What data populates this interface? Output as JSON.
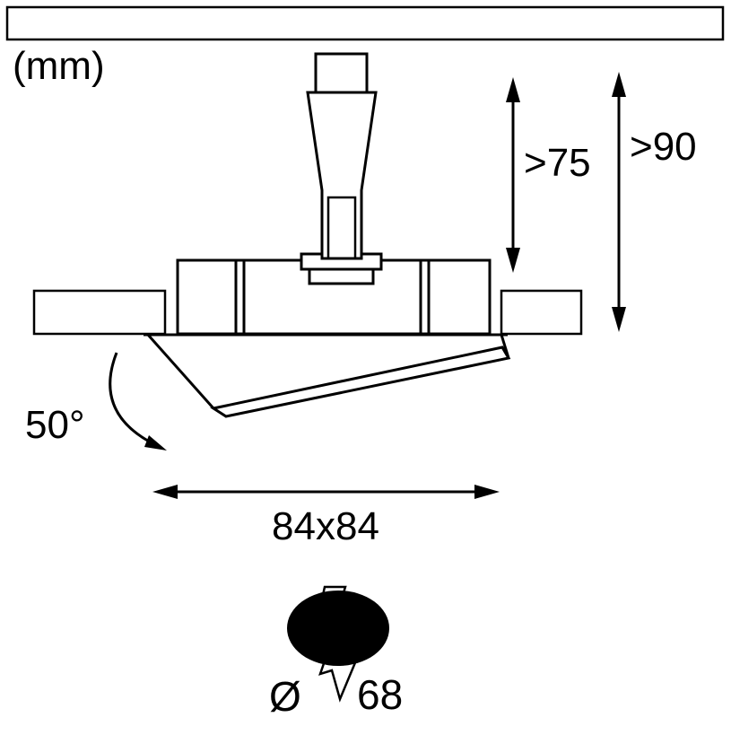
{
  "diagram": {
    "title": "recessed-spotlight-installation-dimensions",
    "unit_label": "(mm)",
    "dimensions": {
      "recess_depth_min": ">75",
      "overall_depth_min": ">90",
      "tilt_angle": "50°",
      "footprint": "84x84",
      "cutout_symbol": "Ø",
      "cutout_value": "68"
    },
    "colors": {
      "line": "#000000",
      "ceiling_fill": "#9c9c9c",
      "flange_fill": "#9c9c9c",
      "cutout_fill": "#000000",
      "bolt_fill": "#b2b2b2",
      "background": "#ffffff"
    }
  }
}
